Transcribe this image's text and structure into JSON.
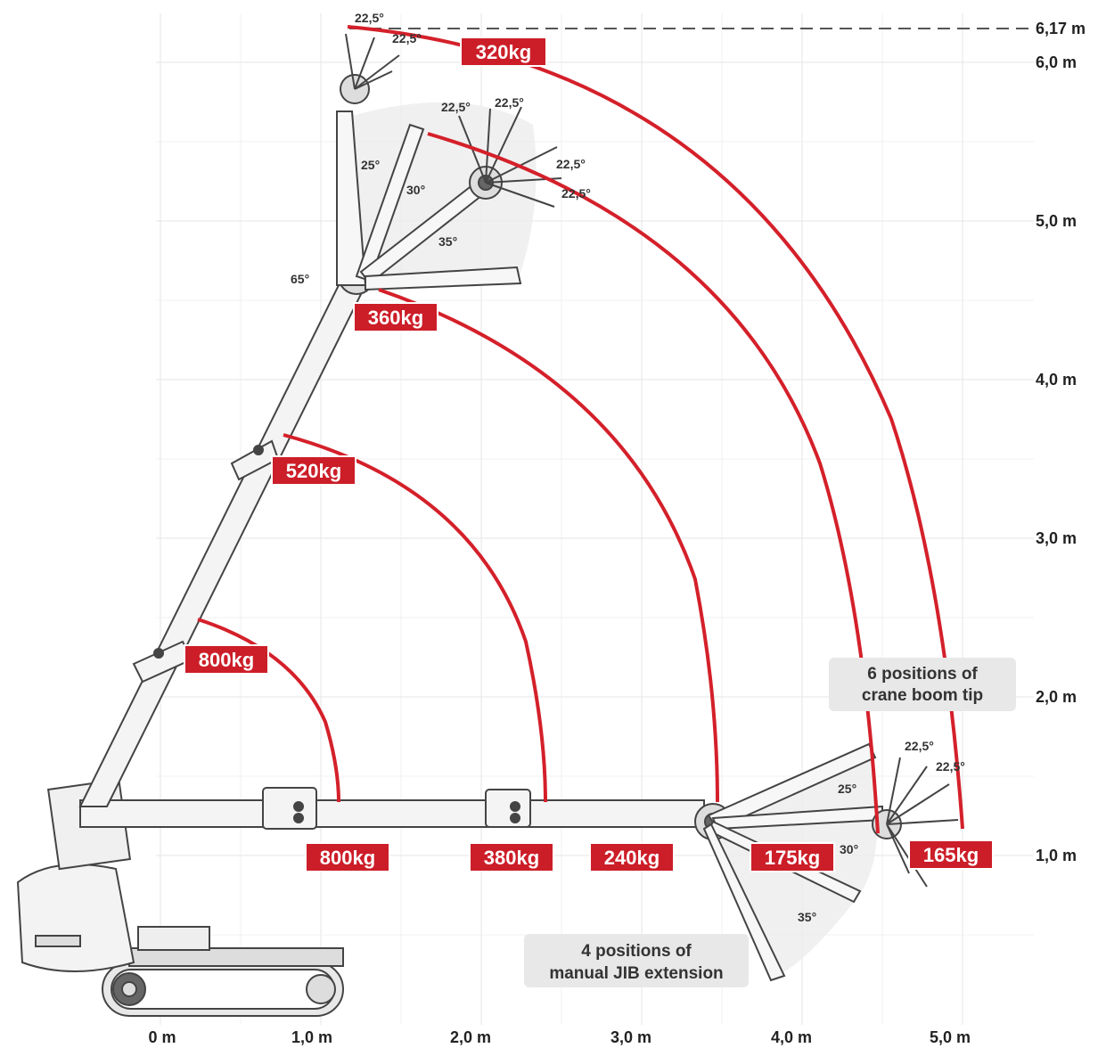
{
  "axes": {
    "x_labels": [
      "0 m",
      "1,0 m",
      "2,0 m",
      "3,0 m",
      "4,0 m",
      "5,0 m"
    ],
    "y_labels": [
      "1,0 m",
      "2,0 m",
      "3,0 m",
      "4,0 m",
      "5,0 m",
      "6,0 m"
    ],
    "max_height_label": "6,17 m"
  },
  "loads": {
    "top_tip": "320kg",
    "jib_65": "360kg",
    "mid_boom": "520kg",
    "low_boom": "800kg",
    "horiz_1": "800kg",
    "horiz_2": "380kg",
    "horiz_3": "240kg",
    "horiz_4": "175kg",
    "horiz_5": "165kg"
  },
  "angles": {
    "a22_1": "22,5°",
    "a22_2": "22,5°",
    "a22_3": "22,5°",
    "a22_4": "22,5°",
    "a22_5": "22,5°",
    "a22_6": "22,5°",
    "a22_7": "22,5°",
    "a22_8": "22,5°",
    "a25_top": "25°",
    "a30_top": "30°",
    "a35_top": "35°",
    "a65": "65°",
    "a25_bot": "25°",
    "a30_bot": "30°",
    "a35_bot": "35°"
  },
  "notes": {
    "boom_tip_line1": "6 positions of",
    "boom_tip_line2": "crane boom tip",
    "jib_line1": "4 positions of",
    "jib_line2": "manual JIB extension"
  },
  "colors": {
    "load_curve": "#d4202a",
    "label_bg": "#cc1e28",
    "grid": "#e6e6e6",
    "boom": "#555555",
    "note_bg": "#e8e8e8"
  }
}
